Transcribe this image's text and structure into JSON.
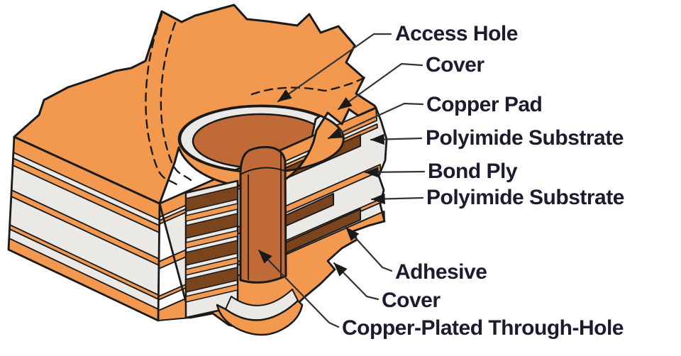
{
  "figure": {
    "type": "cutaway-diagram",
    "subject": "Multilayer flex circuit plated through-hole cross-section",
    "labels": [
      {
        "id": "access-hole",
        "text": "Access Hole"
      },
      {
        "id": "cover-top",
        "text": "Cover"
      },
      {
        "id": "copper-pad",
        "text": "Copper Pad"
      },
      {
        "id": "polyimide-substrate-1",
        "text": "Polyimide Substrate"
      },
      {
        "id": "bond-ply",
        "text": "Bond Ply"
      },
      {
        "id": "polyimide-substrate-2",
        "text": "Polyimide Substrate"
      },
      {
        "id": "adhesive",
        "text": "Adhesive"
      },
      {
        "id": "cover-bottom",
        "text": "Cover"
      },
      {
        "id": "copper-plated-through-hole",
        "text": "Copper-Plated Through-Hole"
      }
    ],
    "colors": {
      "cover_orange": "#F2994F",
      "copper_barrel": "#C06A38",
      "copper_pad_dark": "#7A451C",
      "substrate_white": "#EAE9E5",
      "outline_black": "#1A1A1A",
      "label_text": "#1C1C2E",
      "leader_line": "#333333",
      "background": "#FFFFFF"
    }
  }
}
